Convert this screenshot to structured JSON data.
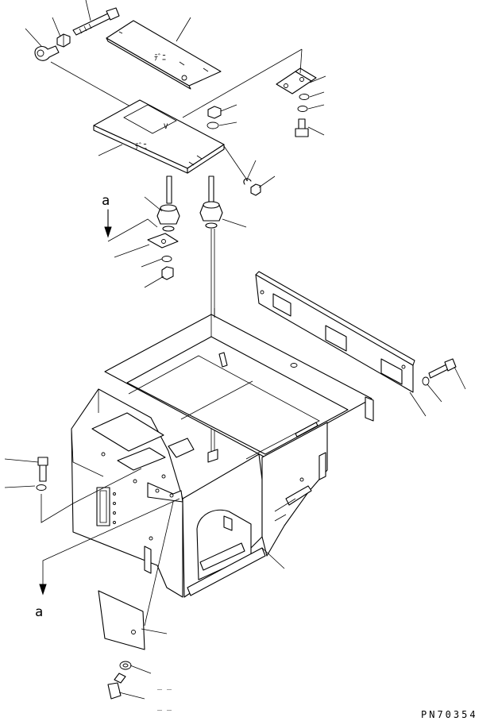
{
  "view_marker_top": "a",
  "view_marker_bottom": "a",
  "drawing_number": "PN70354",
  "plate_mark_upper": "ﾃﾞﾆ",
  "plate_mark_lower": "ﾃﾞﾆ",
  "plate_mark_v": "V",
  "blank_code_1": "_ _",
  "blank_code_2": "_ _"
}
